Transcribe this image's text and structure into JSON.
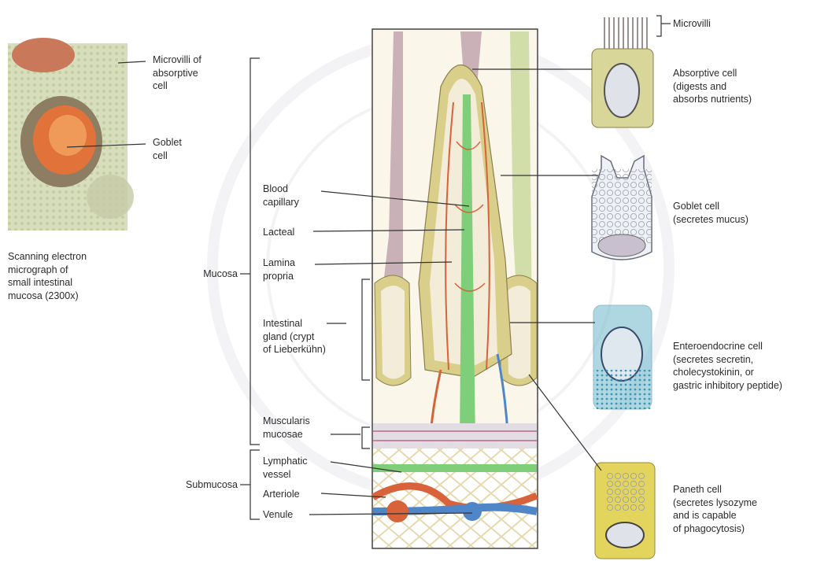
{
  "labels": {
    "micrograph": {
      "microvilli": "Microvilli of\nabsorptive\ncell",
      "goblet": "Goblet\ncell",
      "caption": "Scanning electron\nmicrograph of\nsmall intestinal\nmucosa (2300x)"
    },
    "layers": {
      "mucosa": "Mucosa",
      "submucosa": "Submucosa"
    },
    "structures": {
      "blood_capillary": "Blood\ncapillary",
      "lacteal": "Lacteal",
      "lamina_propria": "Lamina\npropria",
      "intestinal_gland": "Intestinal\ngland (crypt\nof Lieberkühn)",
      "muscularis_mucosae": "Muscularis\nmucosae",
      "lymphatic_vessel": "Lymphatic\nvessel",
      "arteriole": "Arteriole",
      "venule": "Venule"
    },
    "cells": {
      "microvilli": "Microvilli",
      "absorptive": "Absorptive cell\n(digests and\nabsorbs nutrients)",
      "goblet": "Goblet cell\n(secretes mucus)",
      "enteroendocrine": "Enteroendocrine cell\n(secretes secretin,\ncholecystokinin, or\ngastric inhibitory peptide)",
      "paneth": "Paneth cell\n(secretes lysozyme\nand is capable\nof phagocytosis)"
    }
  },
  "colors": {
    "tissue_purple": "#b89aa6",
    "lamina": "#f3ecd9",
    "epithelium": "#d9cf8a",
    "lacteal_green": "#7fcf7a",
    "artery_red": "#d8623a",
    "vein_blue": "#4f86c8",
    "enteroendocrine_teal": "#6fb7cc",
    "paneth_yellow": "#e2d45c",
    "line": "#333333"
  }
}
